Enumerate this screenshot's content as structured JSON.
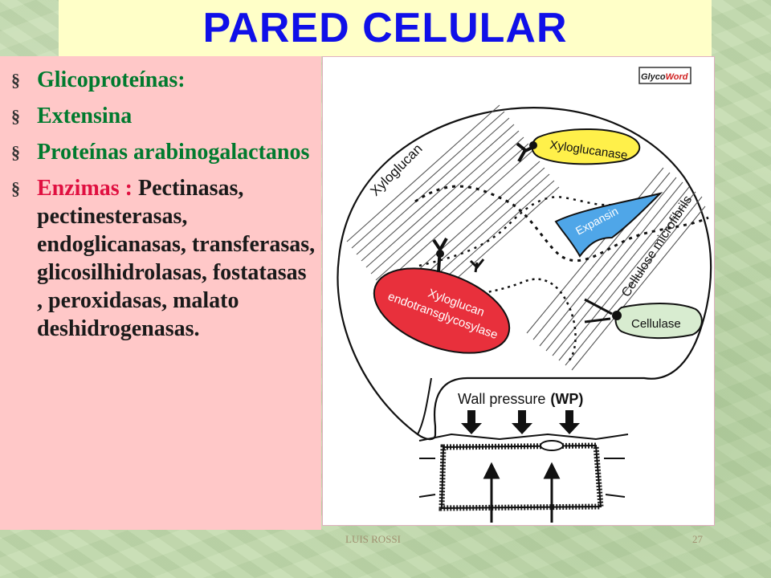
{
  "slide": {
    "title": "PARED CELULAR",
    "bullet_marker": "§",
    "bullets": [
      {
        "lead": "Glicoproteínas:",
        "rest": ""
      },
      {
        "lead": "Extensina",
        "rest": ""
      },
      {
        "lead": "Proteínas arabinogalactanos",
        "rest": ""
      },
      {
        "lead": "Enzimas :",
        "rest": " Pectinasas, pectinesterasas, endoglicanasas, transferasas, glicosilhidrolasas, fostatasas , peroxidasas, malato deshidrogenasas."
      }
    ],
    "footer_left": "LUIS ROSSI",
    "footer_page": "27"
  },
  "figure": {
    "logo": {
      "part1": "Glyco",
      "part2": "Word"
    },
    "labels": {
      "xyloglucan": "Xyloglucan",
      "xyloglucanase": "Xyloglucanase",
      "expansin": "Expansin",
      "cellulose": "Cellulose microfibrils",
      "xet_line1": "Xyloglucan",
      "xet_line2": "endotransglycosylase",
      "cellulase": "Cellulase",
      "wall_pressure": "Wall pressure",
      "wp": "(WP)"
    },
    "colors": {
      "xyloglucanase": "#fff04a",
      "expansin": "#4fa6e8",
      "xet": "#e8303c",
      "cellulase": "#d8ecd0"
    }
  }
}
